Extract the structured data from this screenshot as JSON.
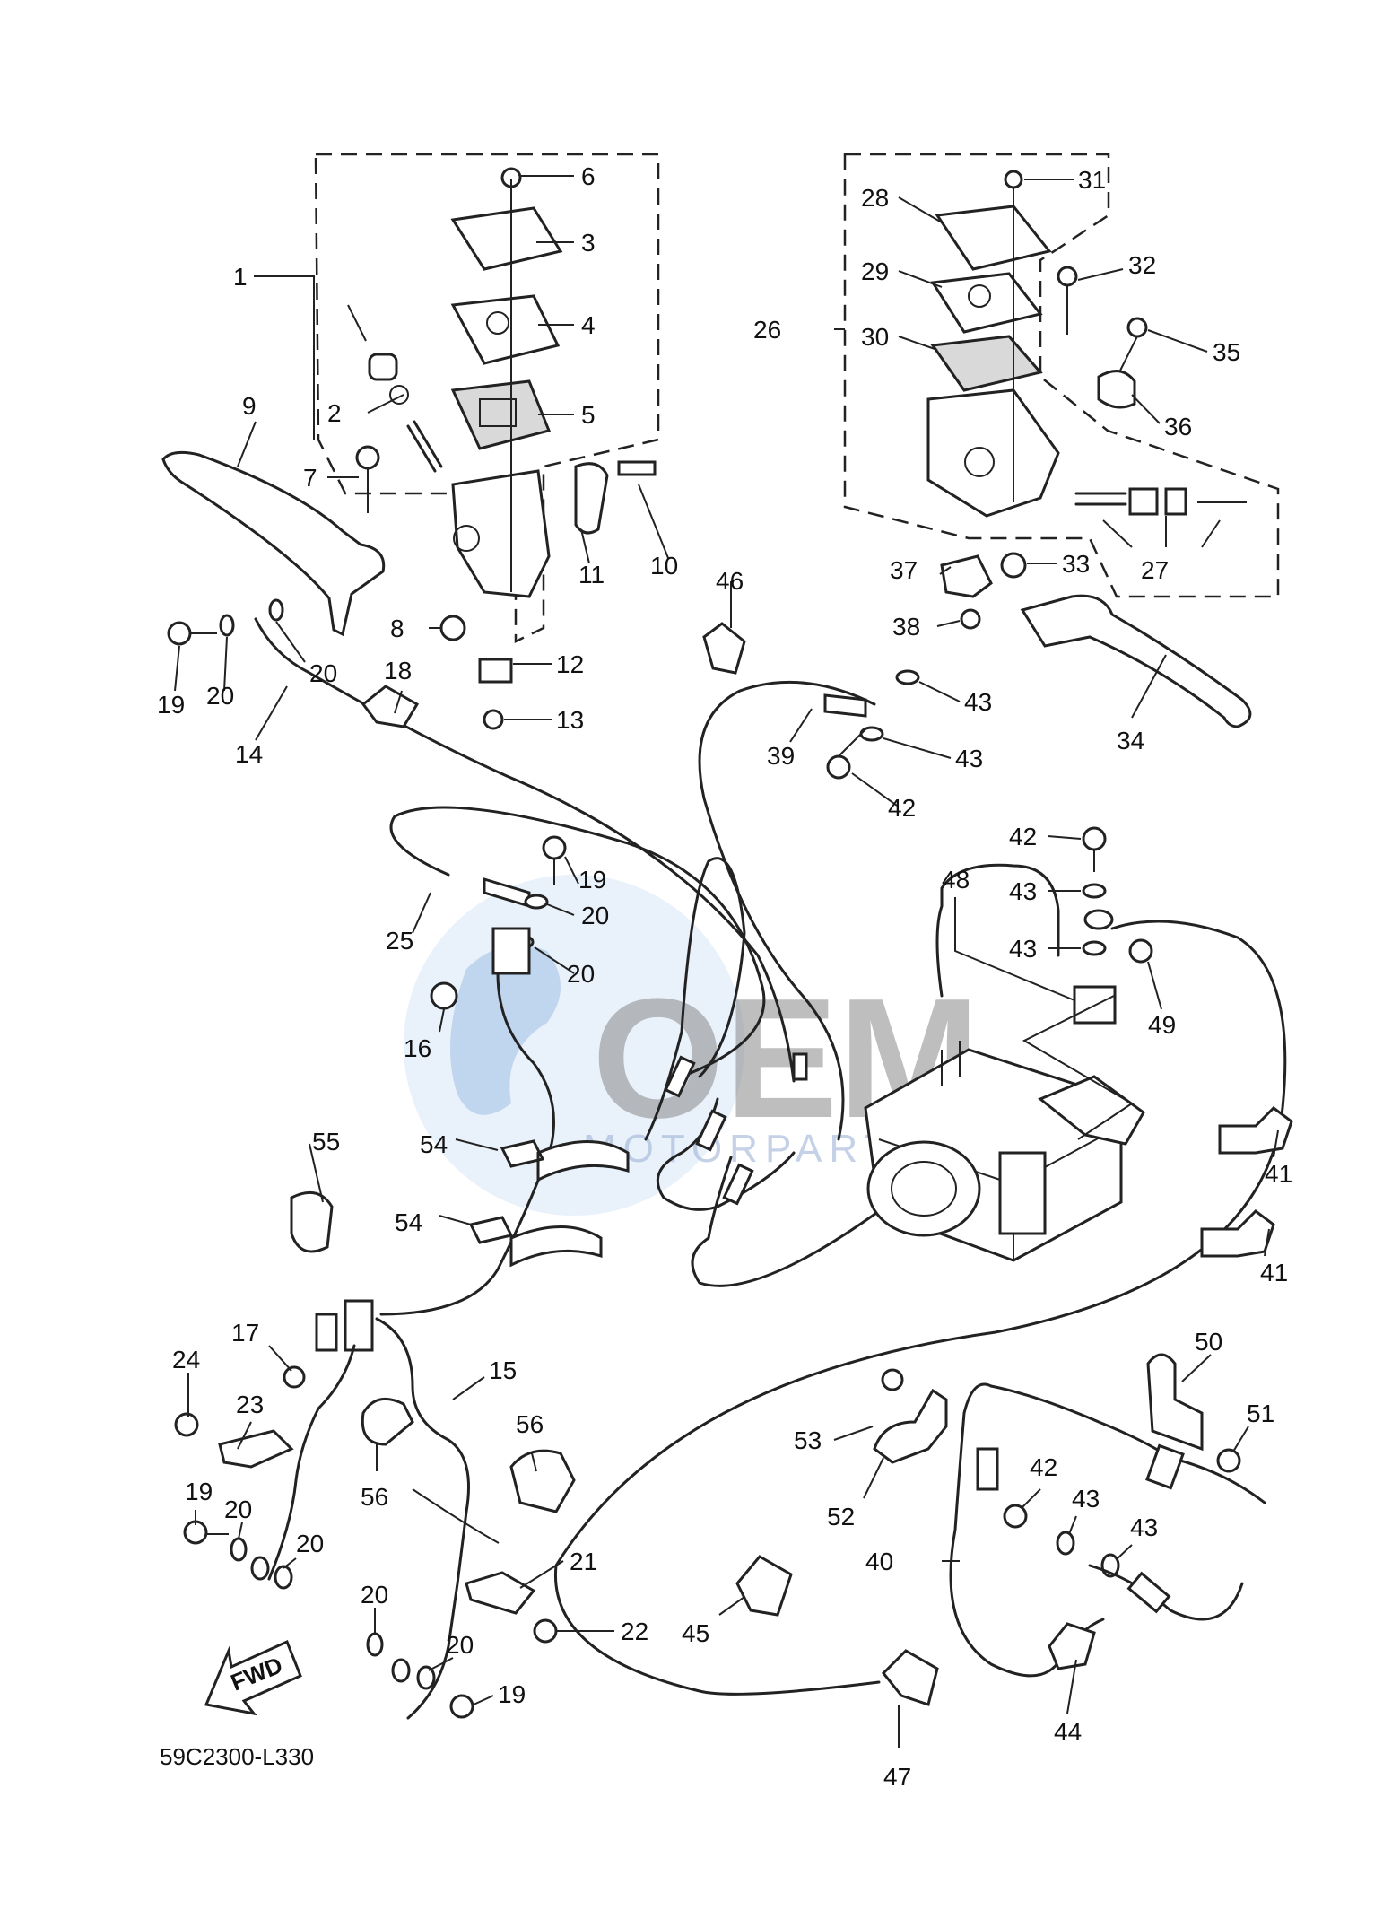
{
  "watermark": {
    "logo_text": "OEM",
    "subtext": "MOTORPARTS"
  },
  "diagram_code": "59C2300-L330",
  "fwd_label": "FWD",
  "callouts": {
    "c1": "1",
    "c2": "2",
    "c3": "3",
    "c4": "4",
    "c5": "5",
    "c6": "6",
    "c7": "7",
    "c8": "8",
    "c9": "9",
    "c10": "10",
    "c11": "11",
    "c12": "12",
    "c13": "13",
    "c14": "14",
    "c15": "15",
    "c16": "16",
    "c17": "17",
    "c18": "18",
    "c19a": "19",
    "c19b": "19",
    "c19c": "19",
    "c19d": "19",
    "c20a": "20",
    "c20b": "20",
    "c20c": "20",
    "c20d": "20",
    "c20e": "20",
    "c20f": "20",
    "c20g": "20",
    "c20h": "20",
    "c21": "21",
    "c22": "22",
    "c23": "23",
    "c24": "24",
    "c25": "25",
    "c26": "26",
    "c27": "27",
    "c28": "28",
    "c29": "29",
    "c30": "30",
    "c31": "31",
    "c32": "32",
    "c33": "33",
    "c34": "34",
    "c35": "35",
    "c36": "36",
    "c37": "37",
    "c38": "38",
    "c39": "39",
    "c40": "40",
    "c41a": "41",
    "c41b": "41",
    "c42a": "42",
    "c42b": "42",
    "c42c": "42",
    "c43a": "43",
    "c43b": "43",
    "c43c": "43",
    "c43d": "43",
    "c43e": "43",
    "c43f": "43",
    "c44": "44",
    "c45": "45",
    "c46": "46",
    "c47": "47",
    "c48": "48",
    "c49": "49",
    "c50": "50",
    "c51": "51",
    "c52": "52",
    "c53": "53",
    "c54a": "54",
    "c54b": "54",
    "c55": "55",
    "c56a": "56",
    "c56b": "56"
  }
}
